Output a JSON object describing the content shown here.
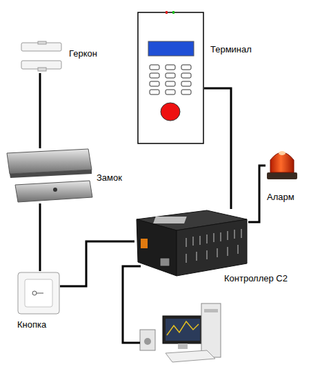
{
  "diagram": {
    "nodes": [
      {
        "text": [
          "Терминал"
        ]
      },
      {
        "text": [
          "Геркон"
        ]
      },
      {
        "text": [
          "Замок"
        ]
      },
      {
        "text": [
          "Аларм"
        ]
      },
      {
        "text": [
          "Контроллер С2"
        ]
      },
      {
        "text": [
          "Кнопка"
        ]
      }
    ],
    "edges": [
      {
        "from": 1,
        "to": 2,
        "arrow": "none"
      },
      {
        "from": 2,
        "to": 5,
        "arrow": "none"
      },
      {
        "from": 5,
        "to": 4,
        "arrow": "none"
      },
      {
        "from": 0,
        "to": 4,
        "arrow": "none"
      },
      {
        "from": 3,
        "to": 4,
        "arrow": "none"
      }
    ]
  }
}
